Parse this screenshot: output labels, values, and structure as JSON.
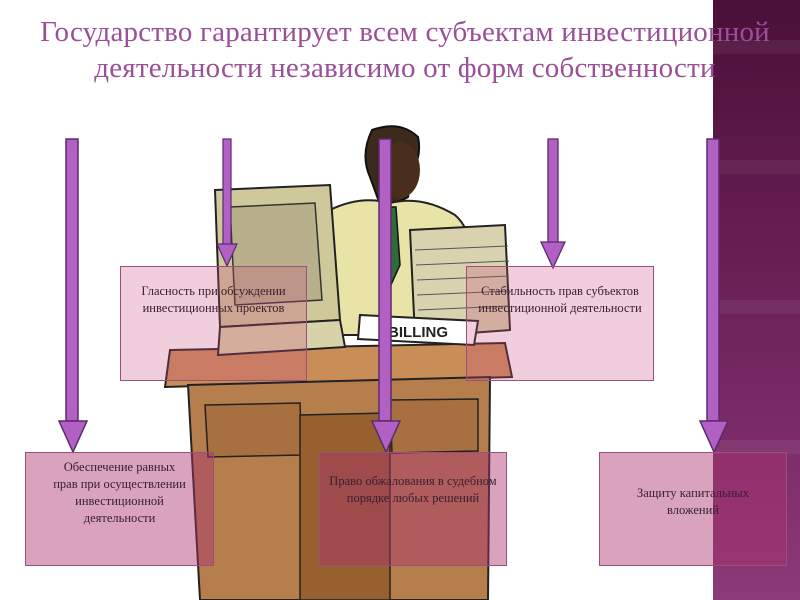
{
  "title": {
    "line1": "Государство гарантирует всем субъектам инвестиционной",
    "line2": "деятельности независимо  от форм собственности"
  },
  "illustration": {
    "sign_text": "BILLING"
  },
  "boxes": {
    "glasnost": "Гласность при обсуждении инвестиционных проектов",
    "stability": "Стабильность прав субъектов инвестиционной деятельности",
    "equal_rights": "Обеспечение равных прав при осуществлении инвестиционной деятельности",
    "appeal": "Право обжалования в судебном порядке любых решений",
    "protection": "Защиту капитальных вложений"
  },
  "colors": {
    "title": "#9b4f96",
    "arrow": "#b260c4",
    "box_fill": "#b03c78",
    "side_stripe": "#5e1a4a"
  }
}
